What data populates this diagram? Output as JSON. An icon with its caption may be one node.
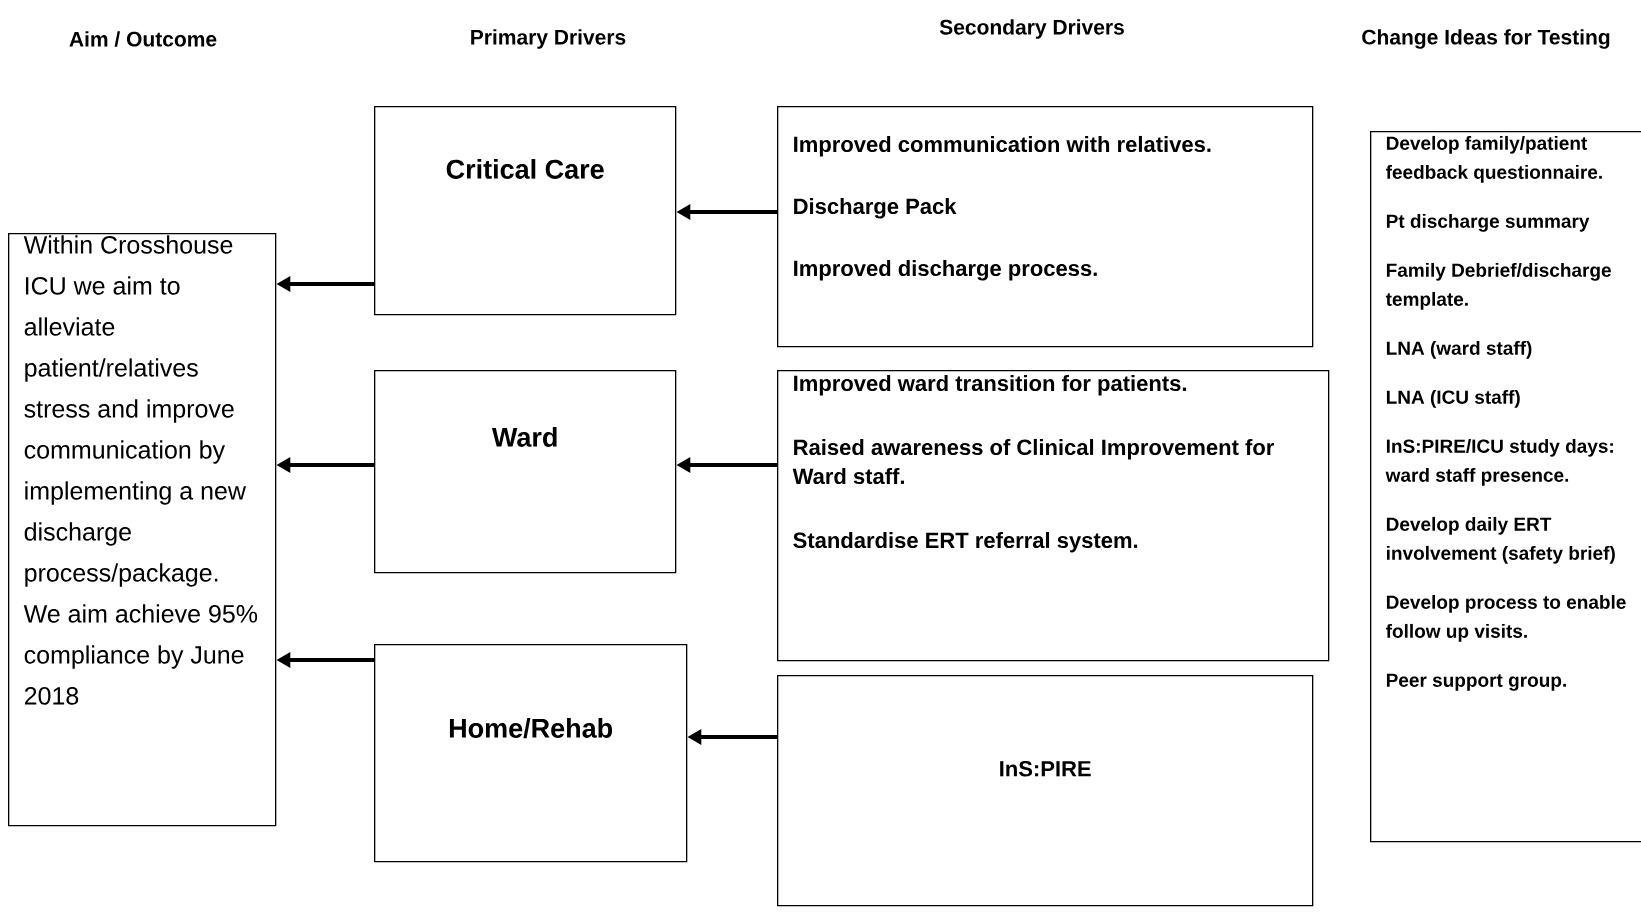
{
  "diagram": {
    "nodes": [
      {
        "text": [
          "Within Crosshouse ICU we aim to alleviate patient/relatives stress and improve communication by implementing a new discharge process/package. We aim achieve 95% compliance by June 2018"
        ]
      },
      {
        "text": [
          "Critical Care"
        ]
      },
      {
        "text": [
          "Ward"
        ]
      },
      {
        "text": [
          "Home/Rehab"
        ]
      },
      {
        "text": [
          "Improved communication with relatives.",
          "Discharge Pack",
          "Improved discharge process."
        ]
      },
      {
        "text": [
          "Improved ward transition for patients.",
          "Raised awareness of Clinical Improvement for Ward staff.",
          "Standardise ERT referral system."
        ]
      },
      {
        "text": [
          "InS:PIRE"
        ]
      },
      {
        "text": [
          "Develop family/patient feedback questionnaire.",
          "Pt discharge summary",
          "Family Debrief/discharge template.",
          "LNA (ward staff)",
          "LNA (ICU staff)",
          "InS:PIRE/ICU study days: ward staff presence.",
          "Develop daily ERT involvement (safety brief)",
          "Develop process to enable follow up visits.",
          "Peer support group."
        ]
      }
    ],
    "edges": [
      {
        "from": 4,
        "to": 1,
        "arrow": "to"
      },
      {
        "from": 5,
        "to": 2,
        "arrow": "to"
      },
      {
        "from": 6,
        "to": 3,
        "arrow": "to"
      },
      {
        "from": 1,
        "to": 0,
        "arrow": "to"
      },
      {
        "from": 2,
        "to": 0,
        "arrow": "to"
      },
      {
        "from": 3,
        "to": 0,
        "arrow": "to"
      }
    ],
    "labels": [
      "Aim / Outcome",
      "Primary Drivers",
      "Secondary Drivers",
      "Change Ideas for Testing"
    ]
  }
}
